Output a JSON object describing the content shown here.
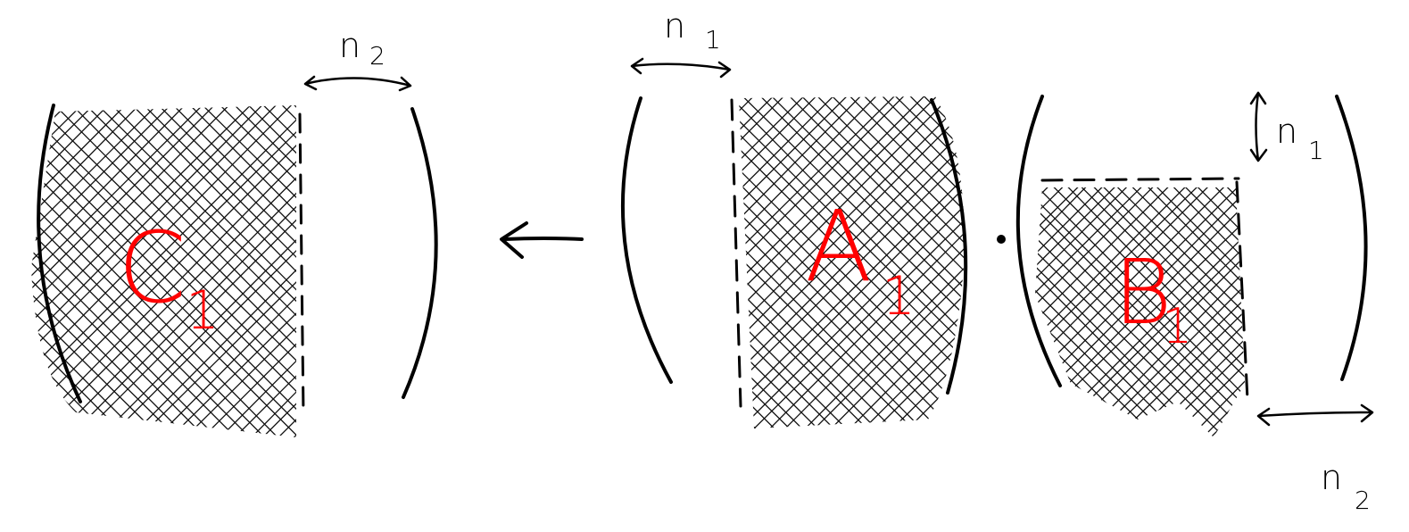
{
  "colors": {
    "ink": "#000000",
    "label": "#ff0000",
    "background": "#ffffff"
  },
  "result_matrix": {
    "label": "C",
    "subscript": "1"
  },
  "operand_a": {
    "label": "A",
    "subscript": "1"
  },
  "operand_b": {
    "label": "B",
    "subscript": "1"
  },
  "dimensions": {
    "c_width_label": "n",
    "c_width_sub": "2",
    "a_width_label": "n",
    "a_width_sub": "1",
    "b_height_label": "n",
    "b_height_sub": "1",
    "b_width_label": "n",
    "b_width_sub": "2"
  },
  "operators": {
    "assign_arrow": "left-arrow-icon",
    "multiply": "dot-icon"
  }
}
